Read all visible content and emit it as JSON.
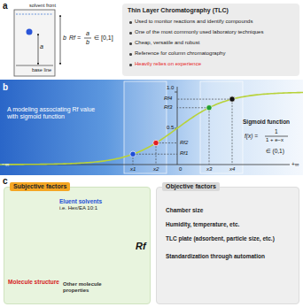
{
  "diagram": {
    "nodes": [
      {
        "text": [
          "Thin Layer Chromatography (TLC)",
          "Used to monitor reactions and identify compounds",
          "One of the most commonly used laboratory techniques",
          "Cheap, versatile and robust",
          "Reference for column chromatography",
          "Heavily relies on experience"
        ]
      },
      {
        "text": [
          "Subjective factors",
          "Eluent solvents",
          "i.e. Hex/EA 10:1",
          "Molecule structure",
          "Other molecule properties",
          "Rf"
        ]
      },
      {
        "text": [
          "Objective factors",
          "Chamber size",
          "Humidity, temperature, etc.",
          "TLC plate (adsorbent, particle size, etc.)",
          "Standardization through automation"
        ]
      }
    ],
    "labels": [
      "a",
      "solvent front",
      "base line",
      "a",
      "b",
      "Rf =",
      "a",
      "b",
      "∈ [0,1]",
      "b",
      "A modeling associating Rf value with sigmoid function",
      "−∞",
      "+∞",
      "0",
      "1.0",
      "0.5",
      "x1",
      "x2",
      "x3",
      "x4",
      "Rf4",
      "Rf3",
      "Rf2",
      "Rf1",
      "Sigmoid function",
      "f(x) =",
      "1",
      "1 + e−x",
      "∈ (0,1)",
      "c"
    ]
  }
}
